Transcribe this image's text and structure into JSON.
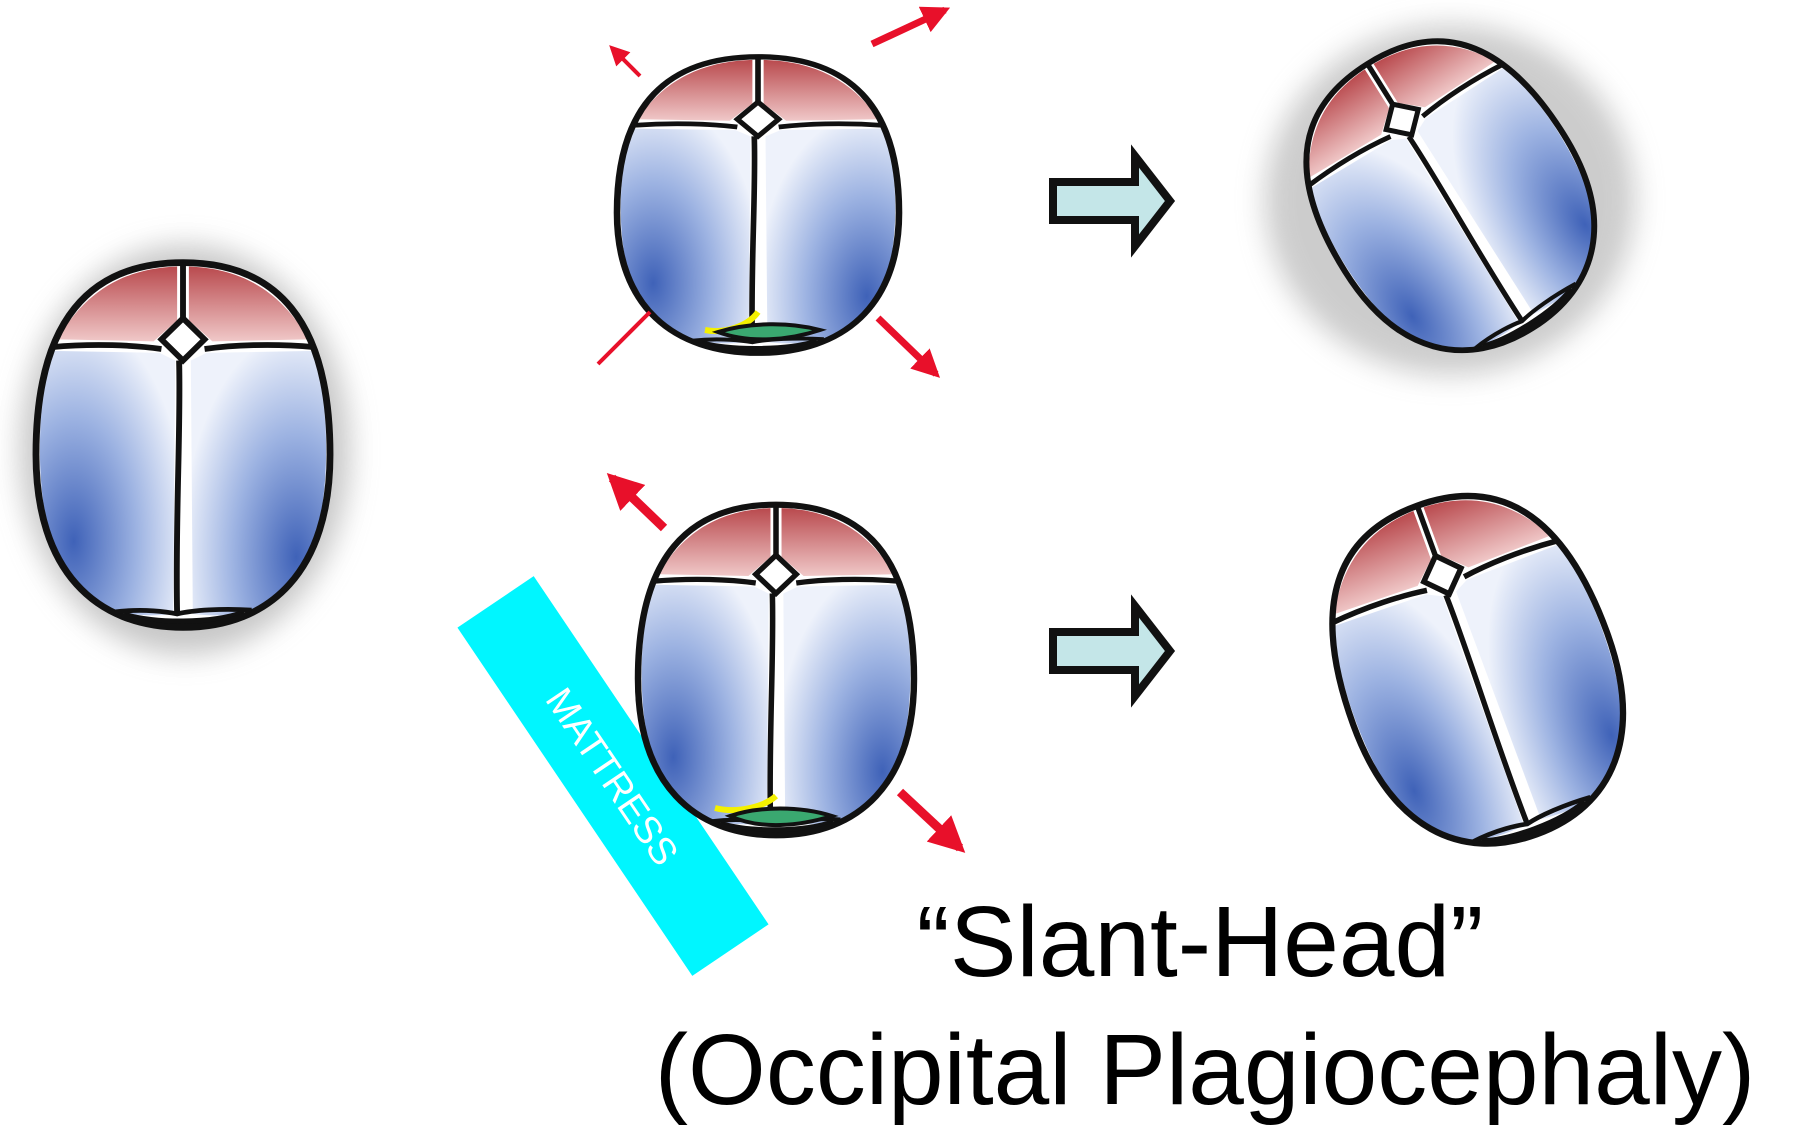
{
  "caption": {
    "line1": "“Slant-Head”",
    "line2": "(Occipital Plagiocephaly)"
  },
  "mattress": {
    "label": "MATTRESS",
    "color": "#00f6ff"
  },
  "colors": {
    "frontal_bone": "#c85a5c",
    "parietal_bone": "#5a80c8",
    "occipital_bone": "#3aa870",
    "suture_highlight": "#f4f000",
    "force_arrow": "#e8102a",
    "transition_arrow_fill": "#c4e6e8",
    "outline": "#111111"
  },
  "icons": {
    "transition_arrow": "right-block-arrow-icon",
    "force_arrow": "red-force-arrow-icon"
  }
}
